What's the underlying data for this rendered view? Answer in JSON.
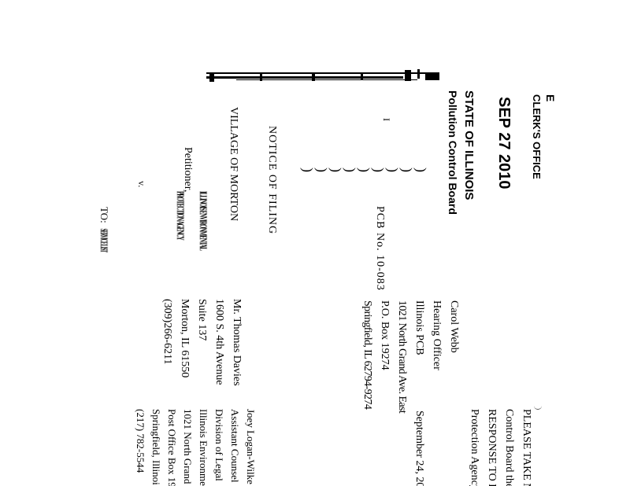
{
  "stamp": {
    "letter": "E",
    "clerks_office": "CLERK'S OFFICE",
    "date": "SEP 27 2010",
    "state": "STATE OF ILLINOIS",
    "board": "Pollution Control Board"
  },
  "caption": {
    "mark": "I",
    "notice_title": "NOTICE OF FILING",
    "case_number": "PCB No. 10-083",
    "village": "VILLAGE OF MORTON",
    "petitioner": "Petitioner,",
    "v_label": "v.",
    "blurred_1": "ILLINOIS ENVIRONMENTAL",
    "blurred_2": "PROTECTION AGENCY",
    "to_label": "TO:",
    "blurred_3": "SERVICE LIST"
  },
  "hearing_officer": {
    "lines": [
      "Carol Webb",
      "Hearing Officer",
      "Illinois PCB",
      "1021 North Grand Ave. East",
      "P.O. Box 19274",
      "Springfield, IL 62794-9274"
    ]
  },
  "counsel": {
    "lines": [
      "Mr. Thomas Davies",
      "1600 S. 4th Avenue",
      "Suite 137",
      "Morton, IL 61550",
      "(309)266-6211"
    ]
  },
  "notice_text": {
    "lines": [
      "PLEASE TAKE N",
      "Control Board the",
      "RESPONSE TO I",
      "Protection Agency"
    ]
  },
  "signature": {
    "date": "September 24, 201",
    "lines": [
      "Joey Logan-Wilke",
      "Assistant Counsel",
      "Division of Legal",
      "Illinois Environme",
      "1021 North Grand",
      "Post Office Box 19",
      "Springfield, Illinoi",
      "(217) 782-5544"
    ]
  }
}
